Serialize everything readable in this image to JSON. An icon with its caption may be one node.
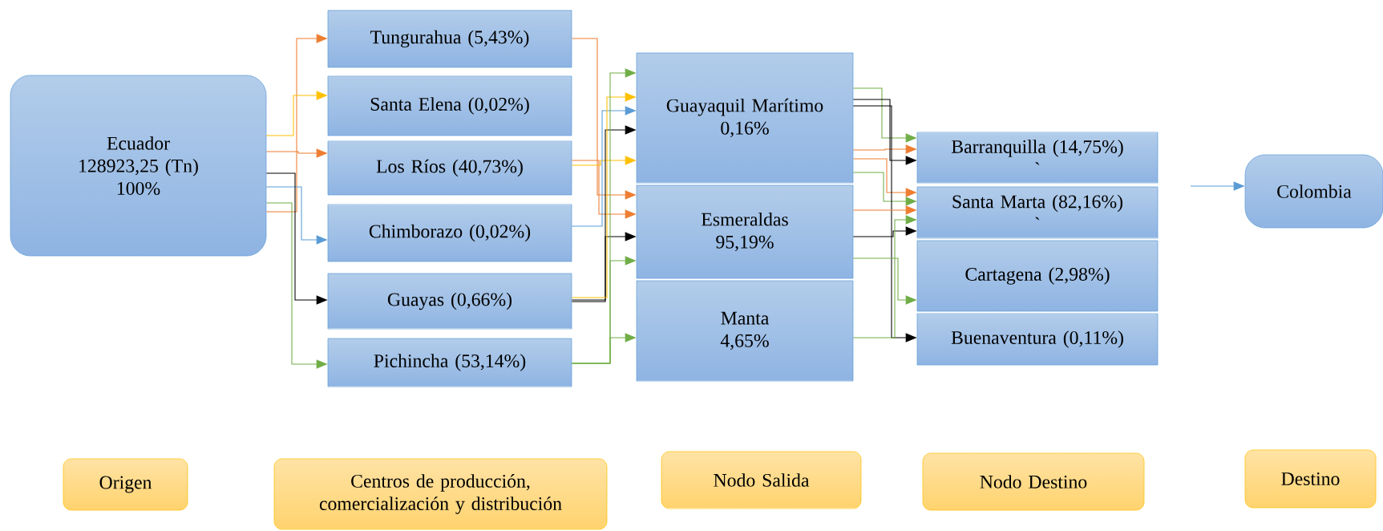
{
  "diagram": {
    "nodes": [
      {
        "text": [
          "Ecuador",
          "128923,25 (Tn)",
          "100%"
        ]
      },
      {
        "text": [
          "Tungurahua (5,43%)"
        ]
      },
      {
        "text": [
          "Santa Elena (0,02%)"
        ]
      },
      {
        "text": [
          "Los Ríos (40,73%)"
        ]
      },
      {
        "text": [
          "Chimborazo (0,02%)"
        ]
      },
      {
        "text": [
          "Guayas (0,66%)"
        ]
      },
      {
        "text": [
          "Pichincha (53,14%)"
        ]
      },
      {
        "text": [
          "Guayaquil Marítimo",
          "0,16%"
        ]
      },
      {
        "text": [
          "Esmeraldas",
          "95,19%"
        ]
      },
      {
        "text": [
          "Manta",
          "4,65%"
        ]
      },
      {
        "text": [
          "Barranquilla (14,75%)",
          "`"
        ]
      },
      {
        "text": [
          "Santa Marta (82,16%)",
          "`"
        ]
      },
      {
        "text": [
          "Cartagena (2,98%)"
        ]
      },
      {
        "text": [
          "Buenaventura (0,11%)"
        ]
      },
      {
        "text": [
          "Colombia"
        ]
      },
      {
        "text": [
          "Origen"
        ]
      },
      {
        "text": [
          "Centros de producción, comercialización y distribución"
        ]
      },
      {
        "text": [
          "Nodo Salida"
        ]
      },
      {
        "text": [
          "Nodo Destino"
        ]
      },
      {
        "text": [
          "Destino"
        ]
      }
    ],
    "edges": [
      {
        "from": 0,
        "to": 1,
        "arrow": "to",
        "color": "#ed7d31"
      },
      {
        "from": 0,
        "to": 2,
        "arrow": "to",
        "color": "#ffc000"
      },
      {
        "from": 0,
        "to": 3,
        "arrow": "to",
        "color": "#ed7d31"
      },
      {
        "from": 0,
        "to": 4,
        "arrow": "to",
        "color": "#5b9bd5"
      },
      {
        "from": 0,
        "to": 5,
        "arrow": "to",
        "color": "#000000"
      },
      {
        "from": 0,
        "to": 6,
        "arrow": "to",
        "color": "#70ad47"
      },
      {
        "from": 1,
        "to": 8,
        "arrow": "to",
        "color": "#ed7d31"
      },
      {
        "from": 3,
        "to": 8,
        "arrow": "to",
        "color": "#ed7d31"
      },
      {
        "from": 3,
        "to": 7,
        "arrow": "to",
        "color": "#ffc000"
      },
      {
        "from": 4,
        "to": 7,
        "arrow": "to",
        "color": "#5b9bd5"
      },
      {
        "from": 5,
        "to": 7,
        "arrow": "to",
        "color": "#000000"
      },
      {
        "from": 5,
        "to": 8,
        "arrow": "to",
        "color": "#000000"
      },
      {
        "from": 5,
        "to": 7,
        "arrow": "to",
        "color": "#ffc000"
      },
      {
        "from": 6,
        "to": 7,
        "arrow": "to",
        "color": "#70ad47"
      },
      {
        "from": 6,
        "to": 8,
        "arrow": "to",
        "color": "#70ad47"
      },
      {
        "from": 6,
        "to": 9,
        "arrow": "to",
        "color": "#70ad47"
      },
      {
        "from": 7,
        "to": 10,
        "arrow": "to",
        "color": "#70ad47"
      },
      {
        "from": 7,
        "to": 10,
        "arrow": "to",
        "color": "#ed7d31"
      },
      {
        "from": 7,
        "to": 10,
        "arrow": "to",
        "color": "#000000"
      },
      {
        "from": 7,
        "to": 11,
        "arrow": "to",
        "color": "#ed7d31"
      },
      {
        "from": 7,
        "to": 11,
        "arrow": "to",
        "color": "#70ad47"
      },
      {
        "from": 7,
        "to": 13,
        "arrow": "to",
        "color": "#000000"
      },
      {
        "from": 8,
        "to": 11,
        "arrow": "to",
        "color": "#ed7d31"
      },
      {
        "from": 8,
        "to": 11,
        "arrow": "to",
        "color": "#000000"
      },
      {
        "from": 8,
        "to": 12,
        "arrow": "to",
        "color": "#70ad47"
      },
      {
        "from": 9,
        "to": 11,
        "arrow": "to",
        "color": "#70ad47"
      },
      {
        "from": null,
        "to": 14,
        "arrow": "to",
        "color": "#5b9bd5"
      }
    ]
  }
}
